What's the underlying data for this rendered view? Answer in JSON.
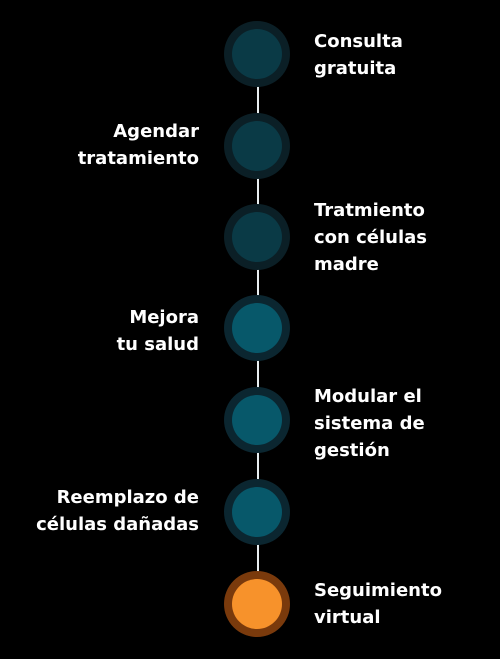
{
  "colors": {
    "background": "#000000",
    "line": "#e8eef0",
    "label": "#ffffff"
  },
  "steps": [
    {
      "label": "Consulta\ngratuita",
      "side": "right",
      "ring_color": "#0b1f26",
      "fill_color": "#0a3a46"
    },
    {
      "label": "Agendar\ntratamiento",
      "side": "left",
      "ring_color": "#0b1f26",
      "fill_color": "#0a3a46"
    },
    {
      "label": "Tratmiento\ncon células\nmadre",
      "side": "right",
      "ring_color": "#0b1f26",
      "fill_color": "#0a3a46"
    },
    {
      "label": "Mejora\ntu salud",
      "side": "left",
      "ring_color": "#0b2630",
      "fill_color": "#07586a"
    },
    {
      "label": "Modular el\nsistema de\ngestión",
      "side": "right",
      "ring_color": "#0b2630",
      "fill_color": "#07586a"
    },
    {
      "label": "Reemplazo de\ncélulas dañadas",
      "side": "left",
      "ring_color": "#0b2630",
      "fill_color": "#07586a"
    },
    {
      "label": "Seguimiento\nvirtual",
      "side": "right",
      "ring_color": "#7a3a0c",
      "fill_color": "#f7922b"
    }
  ]
}
